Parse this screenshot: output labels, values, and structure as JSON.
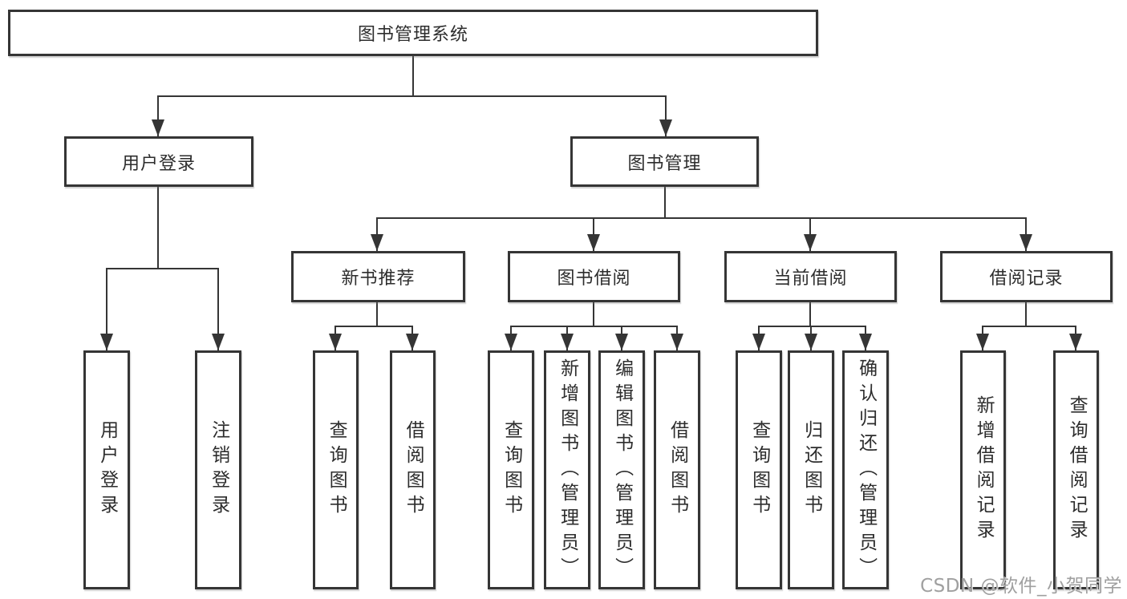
{
  "diagram": {
    "root": {
      "label": "图书管理系统"
    },
    "branches": [
      {
        "label": "用户登录",
        "children": [
          {
            "label": "用户登录"
          },
          {
            "label": "注销登录"
          }
        ]
      },
      {
        "label": "图书管理",
        "children": [
          {
            "label": "新书推荐",
            "children": [
              {
                "label": "查询图书"
              },
              {
                "label": "借阅图书"
              }
            ]
          },
          {
            "label": "图书借阅",
            "children": [
              {
                "label": "查询图书"
              },
              {
                "label": "新增图书（管理员）"
              },
              {
                "label": "编辑图书（管理员）"
              },
              {
                "label": "借阅图书"
              }
            ]
          },
          {
            "label": "当前借阅",
            "children": [
              {
                "label": "查询图书"
              },
              {
                "label": "归还图书"
              },
              {
                "label": "确认归还（管理员）"
              }
            ]
          },
          {
            "label": "借阅记录",
            "children": [
              {
                "label": "新增借阅记录"
              },
              {
                "label": "查询借阅记录"
              }
            ]
          }
        ]
      }
    ]
  },
  "watermark": {
    "text": "CSDN @软件_小贺同学"
  },
  "colors": {
    "line": "#353535",
    "text": "#2d2d2d",
    "watermark": "#a0a0a0",
    "background": "#ffffff"
  }
}
